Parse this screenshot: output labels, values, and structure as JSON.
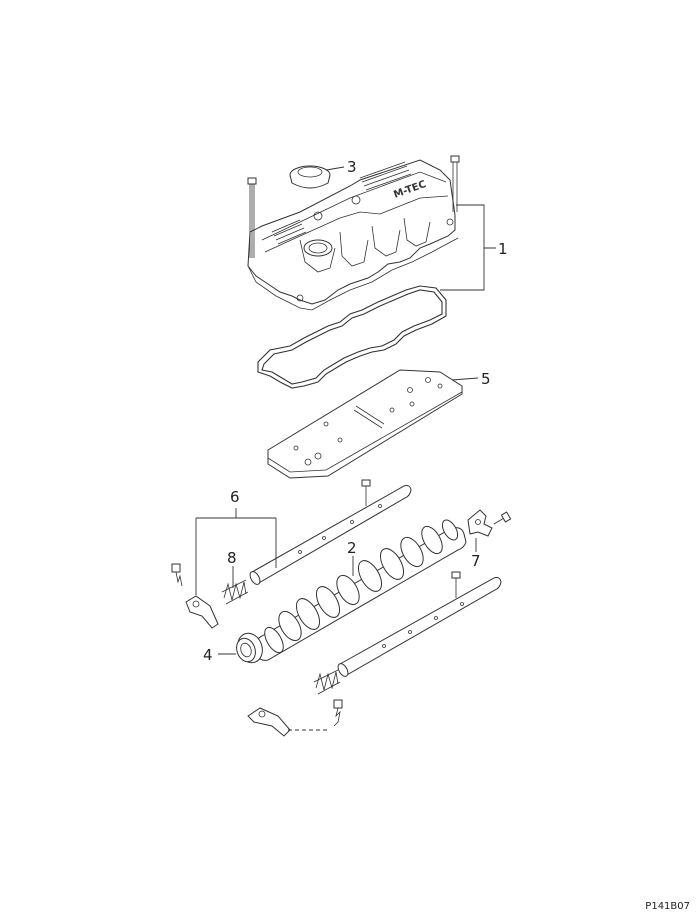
{
  "figure_code": "P141B07",
  "cover_text": "M-TEC",
  "callouts": [
    {
      "id": "1",
      "label": "1"
    },
    {
      "id": "2",
      "label": "2"
    },
    {
      "id": "3",
      "label": "3"
    },
    {
      "id": "4",
      "label": "4"
    },
    {
      "id": "5",
      "label": "5"
    },
    {
      "id": "6",
      "label": "6"
    },
    {
      "id": "7",
      "label": "7"
    },
    {
      "id": "8",
      "label": "8"
    }
  ]
}
